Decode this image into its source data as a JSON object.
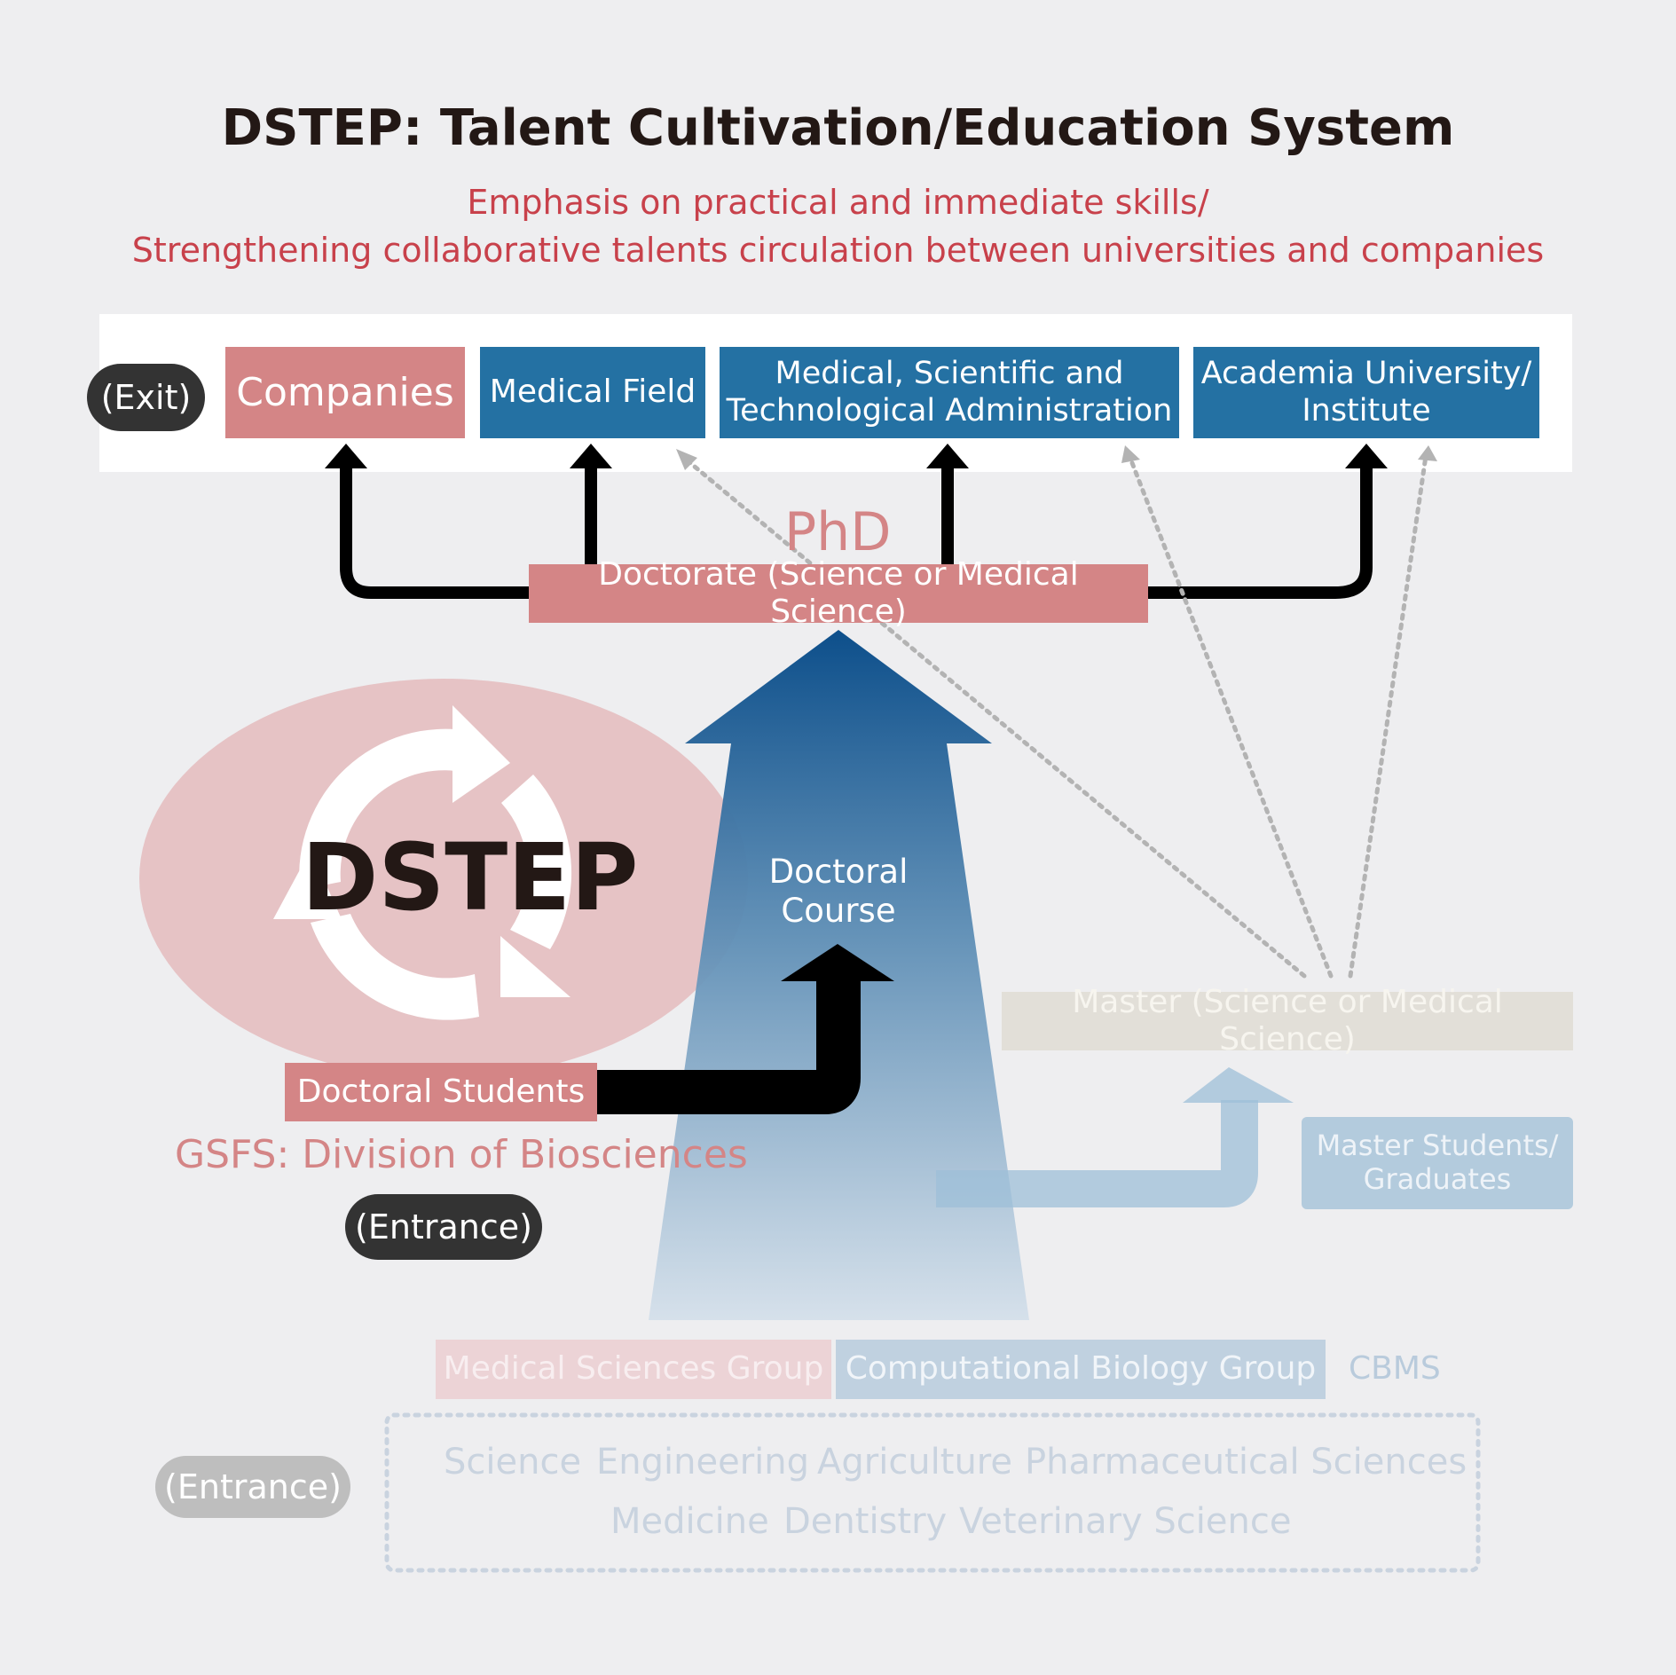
{
  "title": "DSTEP: Talent Cultivation/Education System",
  "subtitle_line1": "Emphasis on practical and immediate skills/",
  "subtitle_line2": "Strengthening collaborative talents circulation between universities and companies",
  "exit": {
    "label": "(Exit)",
    "destinations": [
      {
        "label": "Companies"
      },
      {
        "label": "Medical Field"
      },
      {
        "label_line1": "Medical, Scientific and",
        "label_line2": "Technological Administration"
      },
      {
        "label_line1": "Academia University/",
        "label_line2": "Institute"
      }
    ]
  },
  "phd_label": "PhD",
  "doctorate_label": "Doctorate (Science or Medical Science)",
  "dstep_label": "DSTEP",
  "doctoral_course_line1": "Doctoral",
  "doctoral_course_line2": "Course",
  "master_label": "Master (Science or Medical Science)",
  "master_students_line1": "Master Students/",
  "master_students_line2": "Graduates",
  "doctoral_students_label": "Doctoral Students",
  "gsfs_label": "GSFS: Division of Biosciences",
  "entrance_label": "(Entrance)",
  "entrance_faded_label": "(Entrance)",
  "groups": {
    "medical": "Medical Sciences Group",
    "computational": "Computational Biology Group",
    "cbms": "CBMS"
  },
  "faculties_row1": [
    "Science",
    "Engineering",
    "Agriculture",
    "Pharmaceutical Sciences"
  ],
  "faculties_row2": [
    "Medicine",
    "Dentistry",
    "Veterinary Science"
  ],
  "colors": {
    "background": "#eeeef0",
    "pink": "#d48586",
    "blue": "#2471a3",
    "red_text": "#c8414b",
    "dark_pill": "#333333",
    "faded_pink": "#e8c9cb",
    "faded_blue": "#b9cbdc"
  },
  "icons": [
    "circular-arrows-icon",
    "up-arrow-icon",
    "dotted-arrow-icon"
  ]
}
